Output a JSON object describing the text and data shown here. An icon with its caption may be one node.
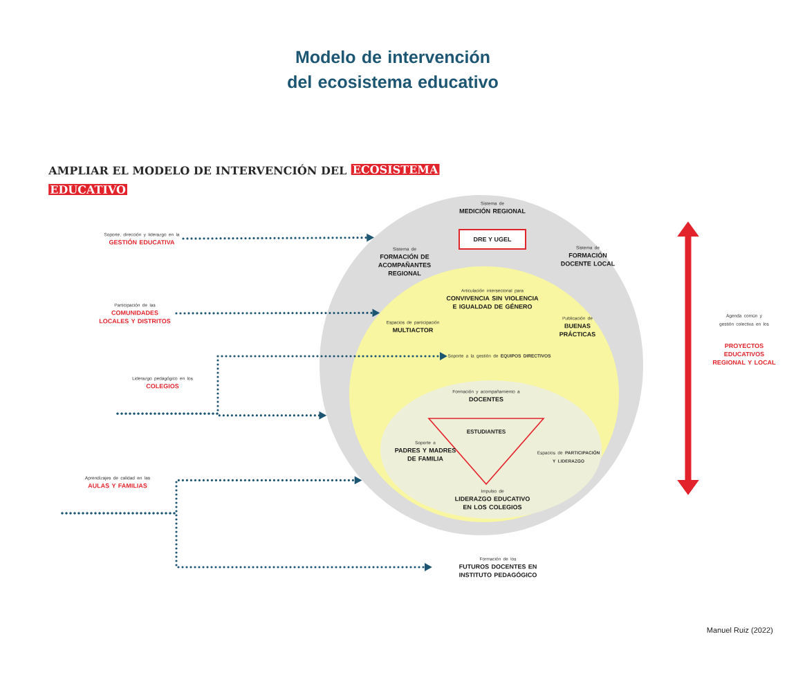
{
  "diagram": {
    "title": "Modelo de intervención del ecosistema educativo",
    "nodes": [
      {
        "text": [
          "Soporte, dirección y liderazgo en la",
          "GESTIÓN EDUCATIVA"
        ]
      },
      {
        "text": [
          "Participación de las",
          "COMUNIDADES LOCALES Y DISTRITOS"
        ]
      },
      {
        "text": [
          "Liderazgo pedagógico en los",
          "COLEGIOS"
        ]
      },
      {
        "text": [
          "Aprendizajes de calidad en las",
          "AULAS Y FAMILIAS"
        ]
      },
      {
        "text": [],
        "shape": "circle"
      },
      {
        "text": [
          "Sistema de",
          "MEDICIÓN REGIONAL"
        ],
        "in": 4
      },
      {
        "text": [
          "DRE Y UGEL"
        ],
        "in": 4
      },
      {
        "text": [
          "Sistema de",
          "FORMACIÓN DE ACOMPAÑANTES REGIONAL"
        ],
        "in": 4
      },
      {
        "text": [
          "Sistema de",
          "FORMACIÓN DOCENTE LOCAL"
        ],
        "in": 4
      },
      {
        "text": [],
        "shape": "circle",
        "in": 4
      },
      {
        "text": [
          "Articulación intersectorial para",
          "CONVIVENCIA SIN VIOLENCIA E IGUALDAD DE GÉNERO"
        ],
        "in": 9
      },
      {
        "text": [
          "Espacios de participación",
          "MULTIACTOR"
        ],
        "in": 9
      },
      {
        "text": [
          "Publicación de",
          "BUENAS PRÁCTICAS"
        ],
        "in": 9
      },
      {
        "text": [
          "Soporte a la gestión de **EQUIPOS DIRECTIVOS**"
        ],
        "in": 9
      },
      {
        "text": [],
        "shape": "circle",
        "in": 9
      },
      {
        "text": [
          "Formación y acompañamiento a",
          "DOCENTES"
        ],
        "in": 14
      },
      {
        "text": [
          "ESTUDIANTES"
        ],
        "in": 14
      },
      {
        "text": [
          "Soporte a",
          "PADRES Y MADRES DE FAMILIA"
        ],
        "in": 14
      },
      {
        "text": [
          "Espacios de **PARTICIPACIÓN Y LIDERAZGO**"
        ],
        "in": 14
      },
      {
        "text": [
          "Impulso de",
          "LIDERAZGO EDUCATIVO EN LOS COLEGIOS"
        ],
        "in": 14
      },
      {
        "text": [
          "Formación de los",
          "FUTUROS DOCENTES EN INSTITUTO PEDAGÓGICO"
        ]
      }
    ],
    "edges": [
      {
        "from": 0,
        "to": 4,
        "arrow": "to"
      },
      {
        "from": 1,
        "to": 9,
        "arrow": "to"
      },
      {
        "from": 2,
        "to": 13,
        "arrow": "to"
      },
      {
        "from": 2,
        "to": 4,
        "arrow": "to"
      },
      {
        "from": 3,
        "to": 4,
        "arrow": "to"
      },
      {
        "from": 3,
        "to": 20,
        "arrow": "to"
      }
    ],
    "labels": [
      "AMPLIAR EL MODELO DE INTERVENCIÓN DEL",
      "ECOSISTEMA",
      "EDUCATIVO",
      "Agenda común y gestión colectiva en los",
      "PROYECTOS EDUCATIVOS REGIONAL Y LOCAL",
      "Manuel Ruiz (2022)"
    ]
  }
}
